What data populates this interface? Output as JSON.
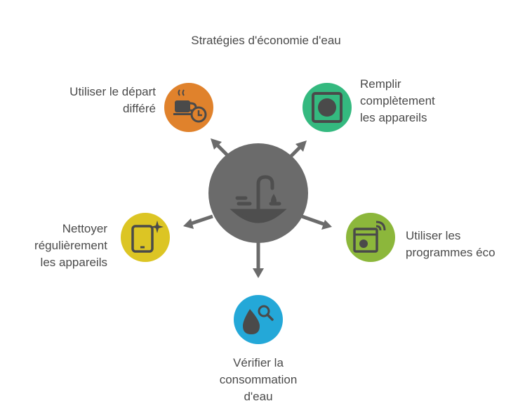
{
  "title": "Stratégies d'économie d'eau",
  "center": {
    "icon": "faucet-sink-icon",
    "color": "#6b6b6b"
  },
  "nodes": [
    {
      "id": "delay-start",
      "icon": "coffee-clock-icon",
      "color": "#e0822c",
      "label_lines": [
        "Utiliser le départ",
        "différé"
      ]
    },
    {
      "id": "fill-appliances",
      "icon": "washer-drum-icon",
      "color": "#34b97f",
      "label_lines": [
        "Remplir",
        "complètement",
        "les appareils"
      ]
    },
    {
      "id": "eco-programs",
      "icon": "smart-washer-icon",
      "color": "#8cb73b",
      "label_lines": [
        "Utiliser les",
        "programmes éco"
      ]
    },
    {
      "id": "check-consumption",
      "icon": "water-drop-search-icon",
      "color": "#24a8d8",
      "label_lines": [
        "Vérifier la",
        "consommation",
        "d'eau"
      ]
    },
    {
      "id": "clean-appliances",
      "icon": "sparkle-tablet-icon",
      "color": "#dcc524",
      "label_lines": [
        "Nettoyer",
        "régulièrement",
        "les appareils"
      ]
    }
  ]
}
